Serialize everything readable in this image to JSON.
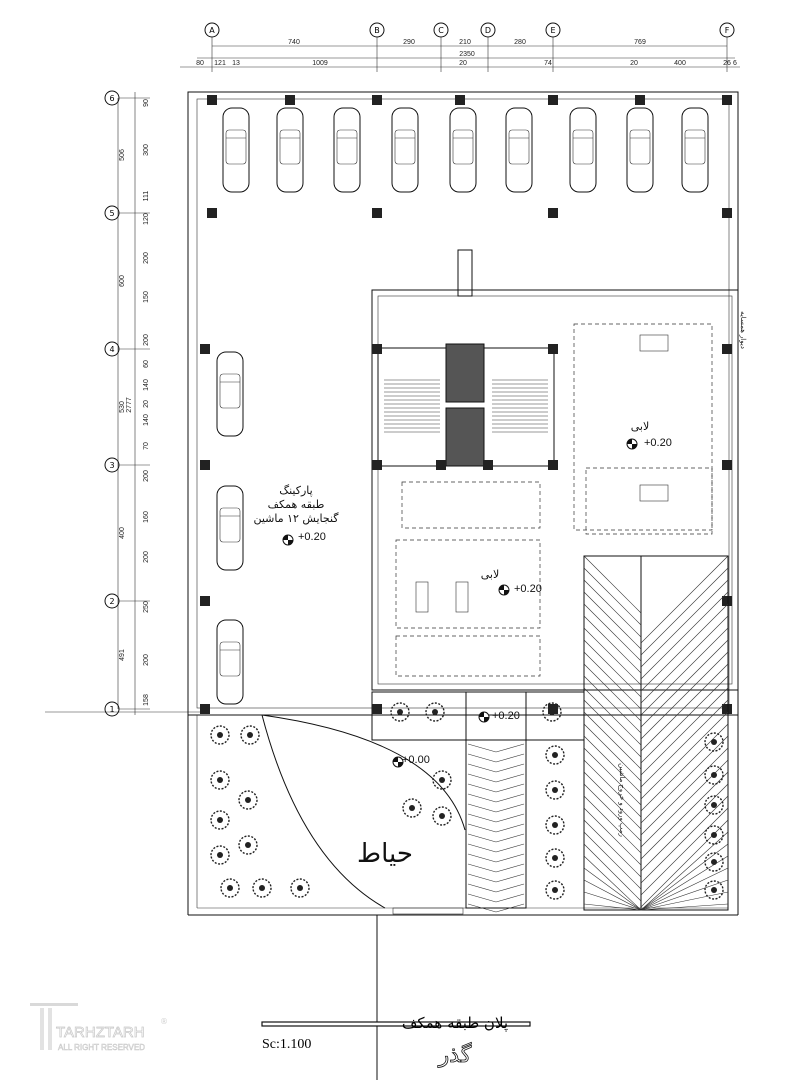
{
  "grid_columns": [
    "A",
    "B",
    "C",
    "D",
    "E",
    "F"
  ],
  "grid_rows": [
    "6",
    "5",
    "4",
    "3",
    "2",
    "1"
  ],
  "top_dims_row1": [
    "740",
    "290",
    "210",
    "280",
    "769"
  ],
  "top_total": "2350",
  "top_dims_row2": [
    "80",
    "121",
    "13",
    "1009",
    "20",
    "74",
    "20",
    "400",
    "26",
    "6"
  ],
  "left_dims_outer": [
    "506",
    "600",
    "530",
    "400",
    "491"
  ],
  "left_total": "2777",
  "left_dims_inner": [
    "90",
    "300",
    "111",
    "120",
    "200",
    "150",
    "200",
    "60",
    "140",
    "20",
    "140",
    "70",
    "200",
    "160",
    "200",
    "250",
    "200",
    "158"
  ],
  "labels": {
    "parking_line1": "پارکینگ",
    "parking_line2": "طبقه همکف",
    "parking_line3": "گنجایش ۱۲ ماشین",
    "parking_level": "+0.20",
    "lobby_center": "لابی",
    "lobby_center_level": "+0.20",
    "lobby_right": "لابی",
    "lobby_right_level": "+0.20",
    "entry_level": "+0.20",
    "yard": "حیاط",
    "yard_level": "+0.00",
    "ramp_text": "رمپ ورود و خروج ماشین",
    "side_note": "دیوار همسایه"
  },
  "title": {
    "plan_title": "پلان طبقه همکف",
    "scale": "Sc:1.100",
    "street": "گذر"
  },
  "watermark": {
    "brand": "TARHZTARH",
    "sub": "ALL RIGHT RESERVED",
    "mark": "®"
  }
}
